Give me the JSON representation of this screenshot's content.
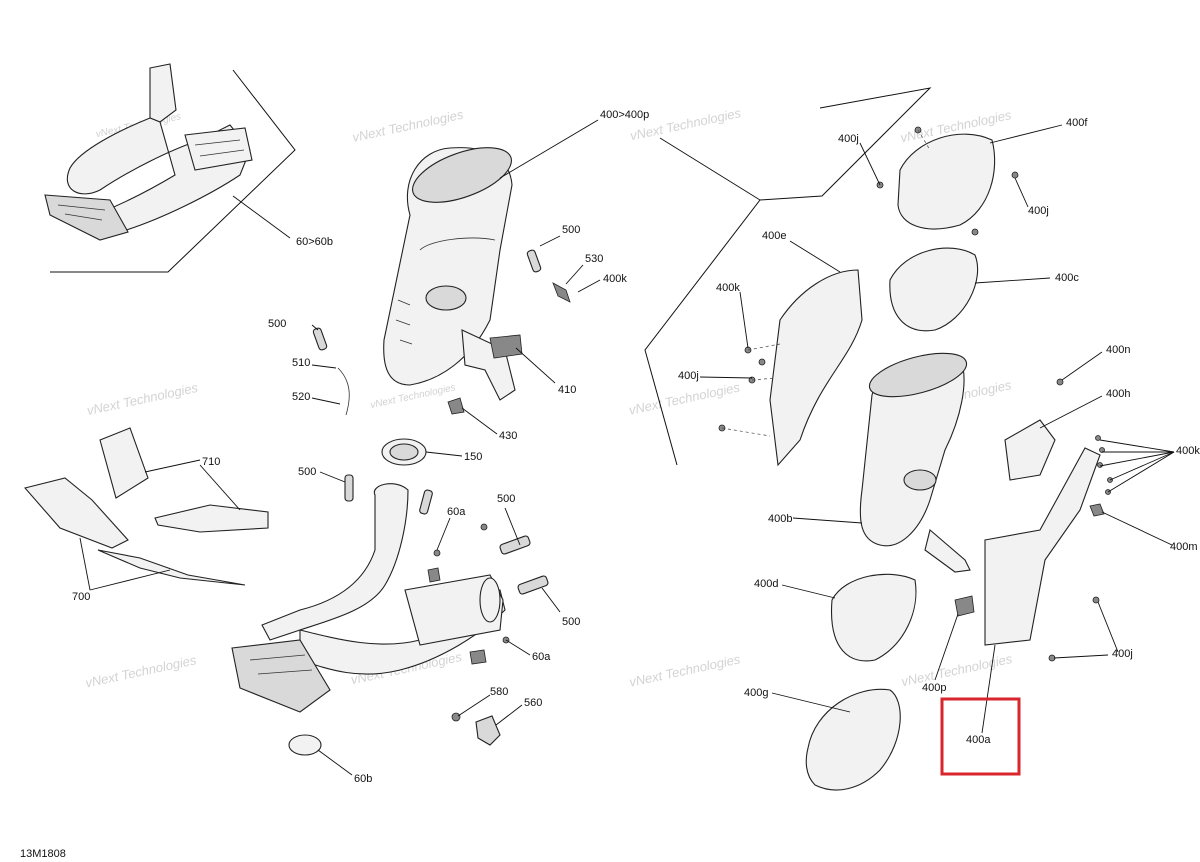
{
  "diagram": {
    "figure_code": "13M1808",
    "watermark": "vNext Technologies",
    "highlight_color": "#d9262c",
    "labels": {
      "p_60_60b": "60>60b",
      "p_400_400p": "400>400p",
      "p_500_a": "500",
      "p_530": "530",
      "p_400k_a": "400k",
      "p_500_b": "500",
      "p_510": "510",
      "p_520": "520",
      "p_410": "410",
      "p_430": "430",
      "p_150": "150",
      "p_710": "710",
      "p_700": "700",
      "p_500_c": "500",
      "p_60a_a": "60a",
      "p_500_d": "500",
      "p_500_e": "500",
      "p_60a_b": "60a",
      "p_580": "580",
      "p_560": "560",
      "p_60b": "60b",
      "p_400j_a": "400j",
      "p_400f": "400f",
      "p_400j_b": "400j",
      "p_400e": "400e",
      "p_400c": "400c",
      "p_400k_b": "400k",
      "p_400j_c": "400j",
      "p_400n": "400n",
      "p_400h": "400h",
      "p_400k_c": "400k",
      "p_400b": "400b",
      "p_400m": "400m",
      "p_400d": "400d",
      "p_400j_d": "400j",
      "p_400p": "400p",
      "p_400g": "400g",
      "p_400a": "400a"
    }
  }
}
